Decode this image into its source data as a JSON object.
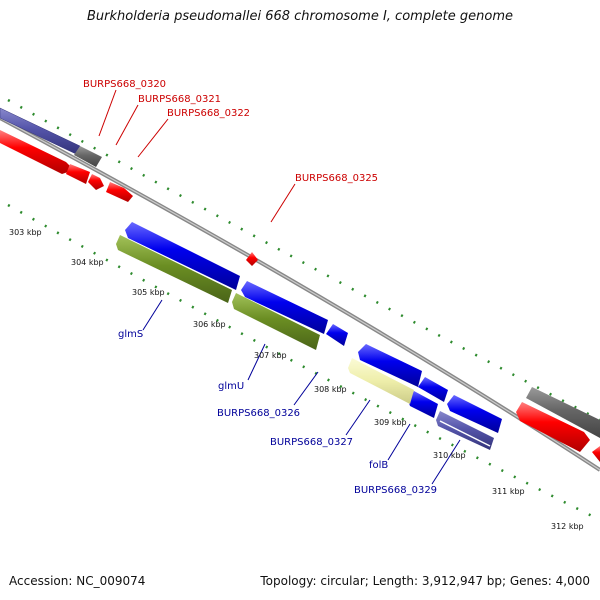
{
  "title": "Burkholderia pseudomallei 668 chromosome I, complete genome",
  "footer": {
    "accession": "Accession: NC_009074",
    "summary": "Topology: circular; Length: 3,912,947 bp; Genes: 4,000"
  },
  "colors": {
    "red_label": "#cc0000",
    "blue_label": "#000099",
    "gene_red": "#ff0000",
    "gene_blue": "#0000ee",
    "gene_green": "#6b8e23",
    "gene_gray": "#666666",
    "gene_purple": "#5555aa",
    "gene_yellow": "#eeeeaa",
    "ruler_green": "#2e8b2e",
    "backbone": "#888888"
  },
  "ruler_ticks": [
    "303 kbp",
    "304 kbp",
    "305 kbp",
    "306 kbp",
    "307 kbp",
    "308 kbp",
    "309 kbp",
    "310 kbp",
    "311 kbp",
    "312 kbp"
  ],
  "red_gene_labels": [
    "BURPS668_0320",
    "BURPS668_0321",
    "BURPS668_0322",
    "BURPS668_0325"
  ],
  "blue_gene_labels": [
    "glmS",
    "glmU",
    "BURPS668_0326",
    "BURPS668_0327",
    "folB",
    "BURPS668_0329"
  ]
}
